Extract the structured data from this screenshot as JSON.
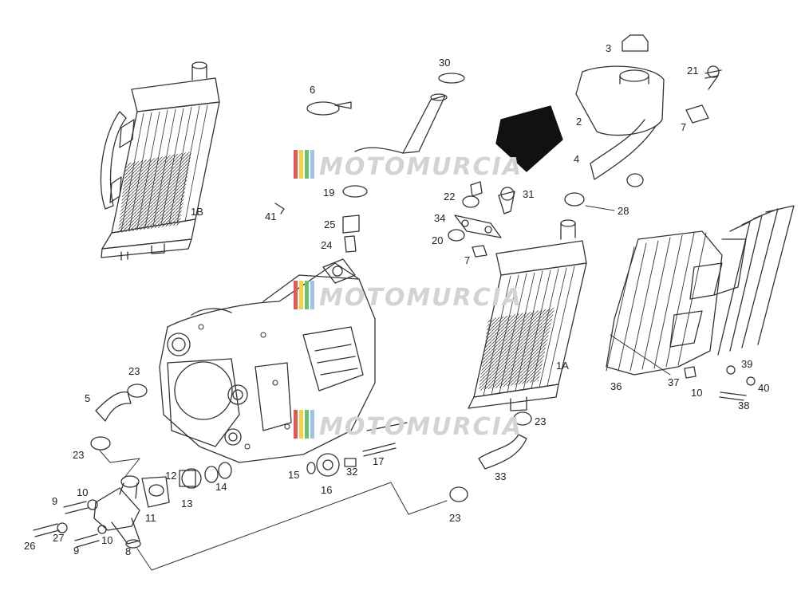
{
  "watermark": {
    "text": "MOTOMURCIA",
    "stripe_colors": [
      "#e15a5a",
      "#f3d24a",
      "#6cc26c",
      "#9ac4e8"
    ]
  },
  "part_labels": {
    "p1A": "1A",
    "p1B": "1B",
    "p2": "2",
    "p3": "3",
    "p4": "4",
    "p5": "5",
    "p6": "6",
    "p7a": "7",
    "p7b": "7",
    "p8": "8",
    "p9a": "9",
    "p9b": "9",
    "p10a": "10",
    "p10b": "10",
    "p10c": "10",
    "p11": "11",
    "p12": "12",
    "p13": "13",
    "p14": "14",
    "p15": "15",
    "p16": "16",
    "p17": "17",
    "p19": "19",
    "p20": "20",
    "p21": "21",
    "p22": "22",
    "p23a": "23",
    "p23b": "23",
    "p23c": "23",
    "p23d": "23",
    "p24": "24",
    "p25": "25",
    "p26": "26",
    "p27": "27",
    "p28": "28",
    "p30": "30",
    "p31": "31",
    "p32": "32",
    "p33": "33",
    "p34": "34",
    "p36": "36",
    "p37": "37",
    "p38": "38",
    "p39": "39",
    "p40": "40",
    "p41": "41"
  }
}
